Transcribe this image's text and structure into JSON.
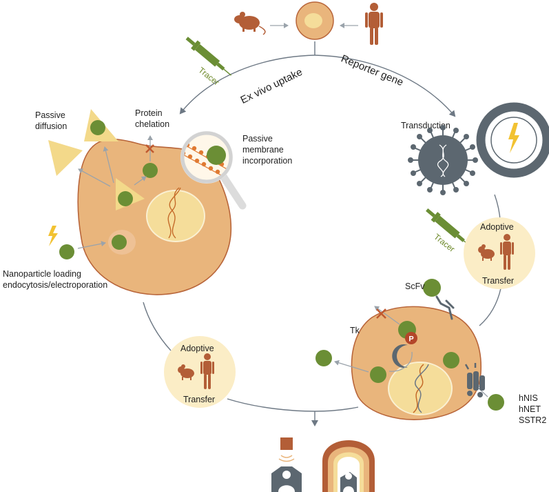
{
  "labels": {
    "ex_vivo": "Ex vivo uptake",
    "reporter_gene": "Reporter gene",
    "tracer": "Tracer",
    "passive_diffusion_1": "Passive",
    "passive_diffusion_2": "diffusion",
    "protein_chelation_1": "Protein",
    "protein_chelation_2": "chelation",
    "passive_membrane_1": "Passive",
    "passive_membrane_2": "membrane",
    "passive_membrane_3": "incorporation",
    "nanoparticle_1": "Nanoparticle loading",
    "nanoparticle_2": "endocytosis/electroporation",
    "transduction": "Transduction",
    "adoptive": "Adoptive",
    "transfer": "Transfer",
    "scfv": "ScFv",
    "tk": "Tk",
    "phospho": "P",
    "hnis": "hNIS",
    "hnet": "hNET",
    "sstr2": "SSTR2"
  },
  "colors": {
    "cell_fill": "#e9b57c",
    "cell_stroke": "#b8653a",
    "nucleus": "#f5dd9a",
    "particle": "#6b8e35",
    "triangle": "#f3d98a",
    "arrow": "#9aa3ab",
    "cycle_line": "#6d7884",
    "virus": "#5c6770",
    "adoptive_bg": "#fbedc6",
    "figure": "#b35e37",
    "inhibit": "#c0592f",
    "lightning": "#f2c232",
    "tracer_green": "#6e8a2a"
  },
  "icons": [
    "mouse-icon",
    "human-icon",
    "syringe-icon",
    "lightning-icon",
    "magnifier-icon",
    "virus-icon",
    "plasmid-icon",
    "pet-scanner-icon",
    "mri-scanner-icon",
    "receptor-icon",
    "antibody-icon"
  ]
}
